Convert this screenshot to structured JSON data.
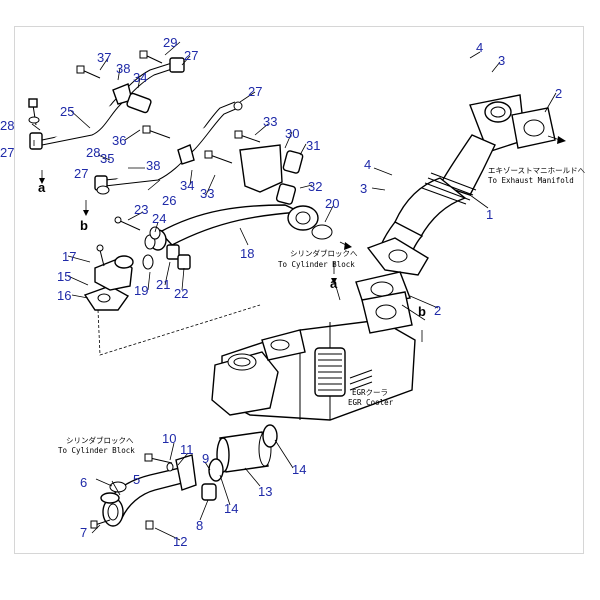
{
  "callouts": {
    "c2a": "2",
    "c2b": "2",
    "c3a": "3",
    "c3b": "3",
    "c4a": "4",
    "c4b": "4",
    "c1": "1",
    "c5": "5",
    "c6": "6",
    "c7": "7",
    "c8": "8",
    "c9": "9",
    "c10": "10",
    "c11": "11",
    "c12": "12",
    "c13": "13",
    "c14a": "14",
    "c14b": "14",
    "c15": "15",
    "c16": "16",
    "c17": "17",
    "c18": "18",
    "c19": "19",
    "c20": "20",
    "c21": "21",
    "c22": "22",
    "c23": "23",
    "c24": "24",
    "c25": "25",
    "c26": "26",
    "c27a": "27",
    "c27b": "27",
    "c27c": "27",
    "c27d": "27",
    "c28a": "28",
    "c28b": "28",
    "c29": "29",
    "c30": "30",
    "c31": "31",
    "c32": "32",
    "c33a": "33",
    "c33b": "33",
    "c34a": "34",
    "c34b": "34",
    "c35": "35",
    "c36": "36",
    "c37": "37",
    "c38a": "38",
    "c38b": "38"
  },
  "refs": {
    "a_top": "a",
    "a_bottom": "a",
    "b_top": "b",
    "b_bottom": "b"
  },
  "notes": {
    "exhaust_jp": "エキゾーストマニホールドへ",
    "exhaust_en": "To Exhaust Manifold",
    "cyl_block_jp_1": "シリンダブロックへ",
    "cyl_block_en_1": "To Cylinder Block",
    "egr_jp": "EGRクーラ",
    "egr_en": "EGR Cooler",
    "cyl_block_jp_2": "シリンダブロックへ",
    "cyl_block_en_2": "To Cylinder Block"
  },
  "colors": {
    "callout": "#1f2aa8",
    "line": "#000000",
    "frame": "#d6d6d6"
  }
}
